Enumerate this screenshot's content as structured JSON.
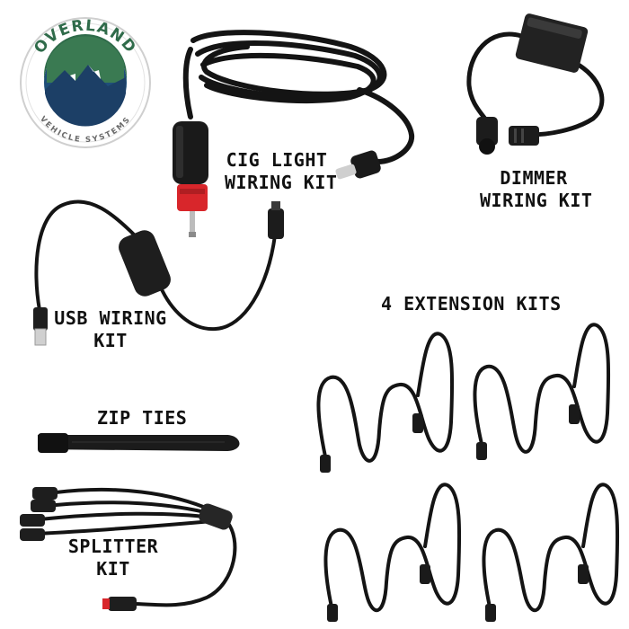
{
  "logo": {
    "brand_top": "OVERLAND",
    "brand_bottom": "VEHICLE SYSTEMS"
  },
  "labels": {
    "cig_light_1": "CIG LIGHT",
    "cig_light_2": "WIRING KIT",
    "dimmer_1": "DIMMER",
    "dimmer_2": "WIRING KIT",
    "usb_1": "USB WIRING",
    "usb_2": "KIT",
    "extension": "4 EXTENSION KITS",
    "zip_ties": "ZIP TIES",
    "splitter_1": "SPLITTER",
    "splitter_2": "KIT"
  },
  "colors": {
    "cable": "#141414",
    "tip_red": "#d8262b",
    "logo_green": "#2f6b4a",
    "logo_blue": "#1f4e79"
  },
  "icons": [
    "logo-badge",
    "cig-light-cable",
    "dimmer-cable",
    "usb-cable",
    "extension-cable",
    "zip-tie",
    "splitter-cable"
  ]
}
